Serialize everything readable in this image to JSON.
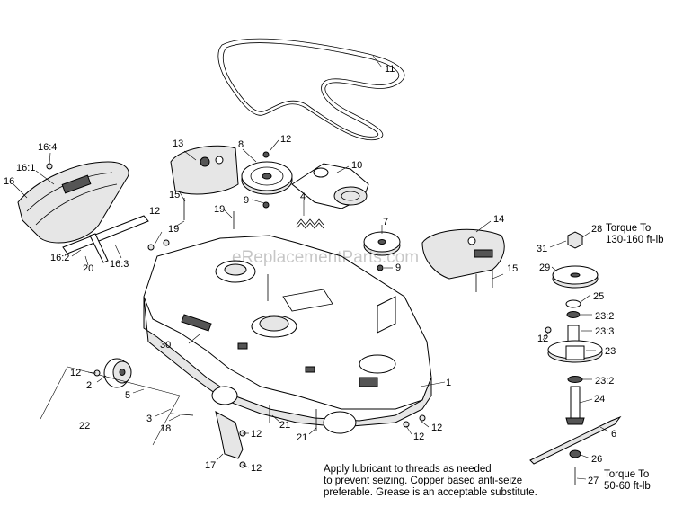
{
  "watermark": "eReplacementParts.com",
  "notes": {
    "line1": "Apply lubricant to threads as needed",
    "line2": "to prevent seizing. Copper based anti-seize",
    "line3": "preferable. Grease is an acceptable substitute."
  },
  "torque_28": {
    "line1": "Torque To",
    "line2": "130-160 ft-lb"
  },
  "torque_27": {
    "line1": "Torque To",
    "line2": "50-60 ft-lb"
  },
  "callouts": {
    "c1": "1",
    "c2": "2",
    "c3": "3",
    "c4": "4",
    "c5": "5",
    "c6": "6",
    "c7": "7",
    "c8": "8",
    "c9a": "9",
    "c9b": "9",
    "c10": "10",
    "c11": "11",
    "c12a": "12",
    "c12b": "12",
    "c12c": "12",
    "c12d": "12",
    "c12e": "12",
    "c12f": "12",
    "c12g": "12",
    "c12h": "12",
    "c13": "13",
    "c14": "14",
    "c15a": "15",
    "c15b": "15",
    "c16": "16",
    "c16_1": "16:1",
    "c16_2": "16:2",
    "c16_3": "16:3",
    "c16_4": "16:4",
    "c17": "17",
    "c18": "18",
    "c19a": "19",
    "c19b": "19",
    "c20": "20",
    "c21a": "21",
    "c21b": "21",
    "c22": "22",
    "c23": "23",
    "c23_2a": "23:2",
    "c23_2b": "23:2",
    "c23_3": "23:3",
    "c24": "24",
    "c25": "25",
    "c26": "26",
    "c27": "27",
    "c28": "28",
    "c29": "29",
    "c30": "30",
    "c31": "31"
  }
}
